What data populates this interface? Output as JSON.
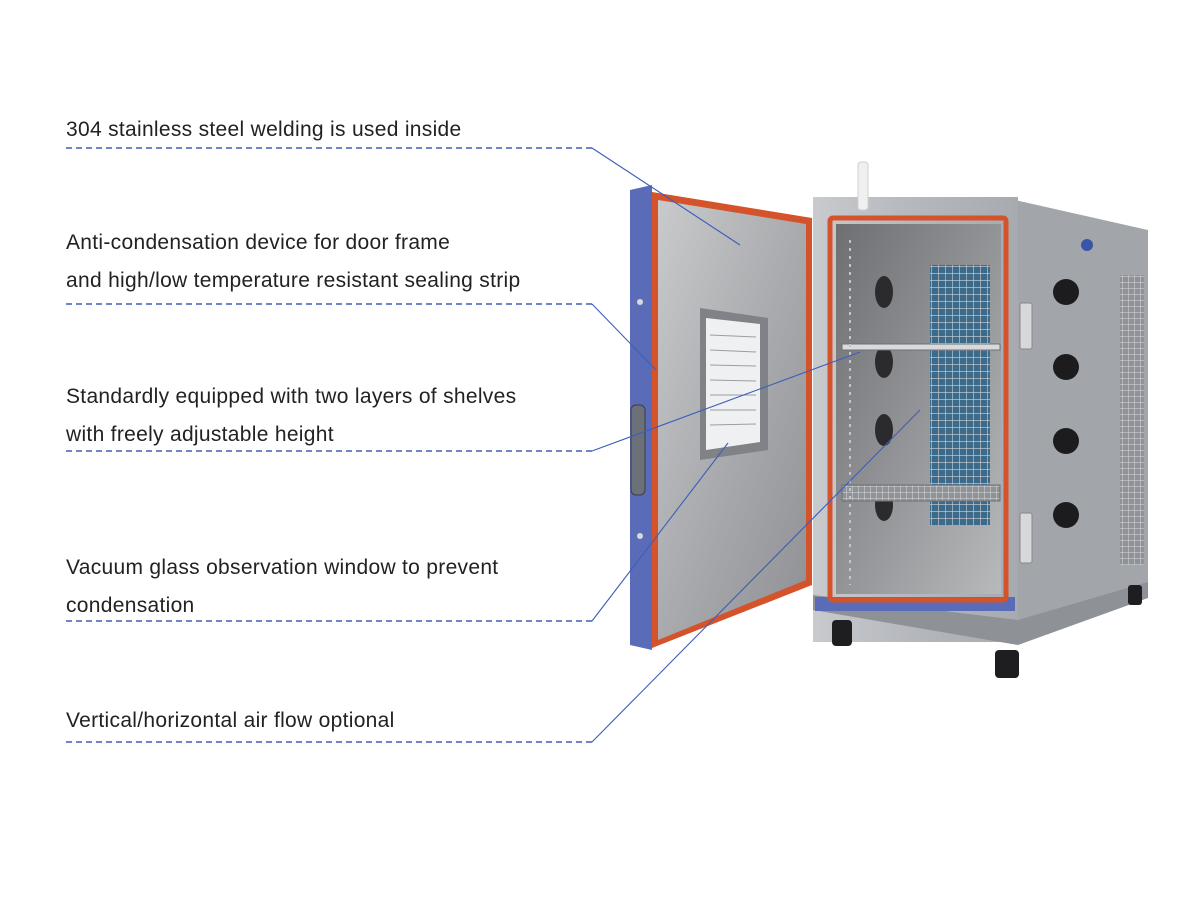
{
  "annotations": [
    {
      "lines": [
        "304 stainless steel welding is used inside"
      ]
    },
    {
      "lines": [
        "Anti-condensation device for door frame",
        "and high/low temperature resistant sealing strip"
      ]
    },
    {
      "lines": [
        "Standardly equipped with two layers of shelves",
        "with freely adjustable height"
      ]
    },
    {
      "lines": [
        "Vacuum glass observation window to prevent",
        "condensation"
      ]
    },
    {
      "lines": [
        "Vertical/horizontal air flow optional"
      ]
    }
  ],
  "colors": {
    "leader_line": "#3f5db8",
    "door_frame": "#5a6cb8",
    "seal_strip": "#d4532a",
    "cabinet_body": "#b9bcc1",
    "text": "#222222"
  }
}
